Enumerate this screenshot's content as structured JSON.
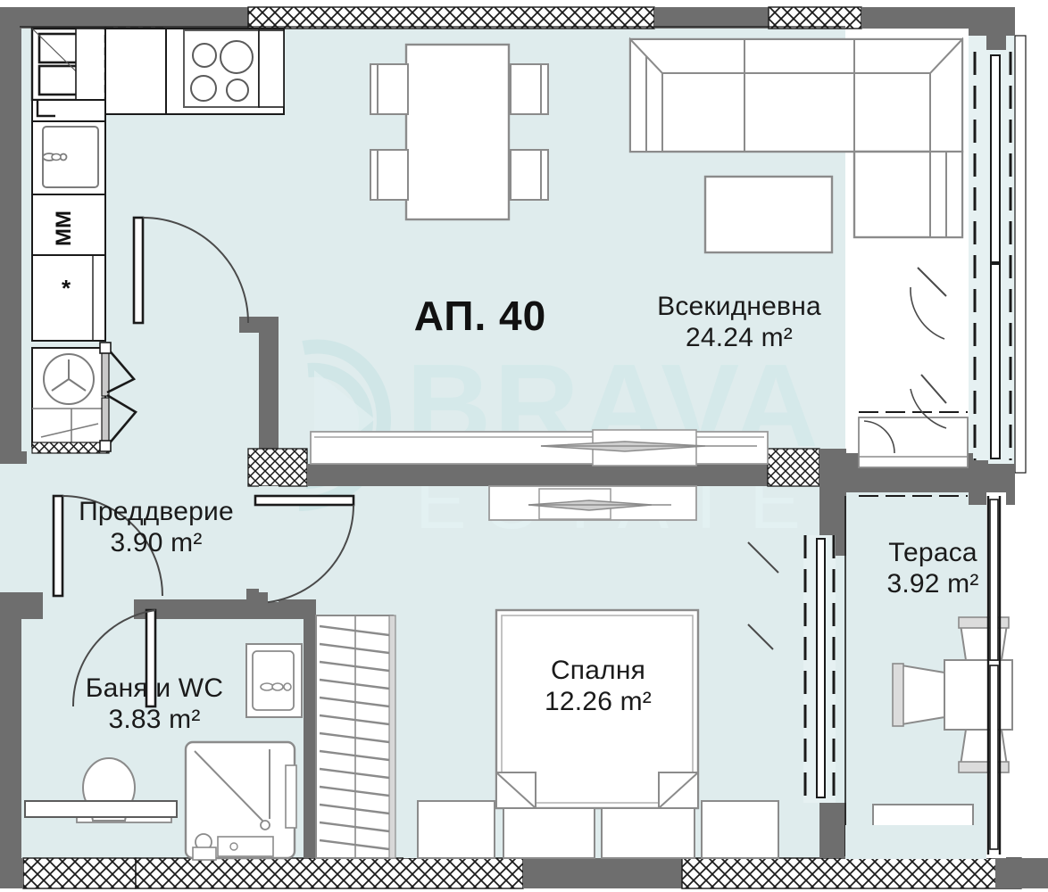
{
  "meta": {
    "doc_type": "apartment-floor-plan",
    "language": "bg",
    "unit_symbol": "m²"
  },
  "apartment": {
    "label": "АП. 40"
  },
  "watermark": {
    "brand": "BRAVA",
    "sub": "ESTATE"
  },
  "rooms": [
    {
      "key": "living",
      "name": "Всекидневна",
      "area": "24.24 m²"
    },
    {
      "key": "hall",
      "name": "Преддверие",
      "area": "3.90 m²"
    },
    {
      "key": "bath",
      "name": "Баня и WC",
      "area": "3.83 m²"
    },
    {
      "key": "bedroom",
      "name": "Спалня",
      "area": "12.26 m²"
    },
    {
      "key": "terrace",
      "name": "Тераса",
      "area": "3.92 m²"
    }
  ],
  "appliances": [
    {
      "key": "microwave",
      "label": "ММ"
    },
    {
      "key": "fridge",
      "label": "*"
    }
  ],
  "colors": {
    "room_fill": "#dfeced",
    "wall_solid": "#6e6e6e",
    "wall_hatch_line": "#1a1a1a",
    "furniture_line": "#8b8b8b",
    "text": "#1a1a1a",
    "page_bg": "#ffffff",
    "watermark": "#d3e7e8"
  }
}
